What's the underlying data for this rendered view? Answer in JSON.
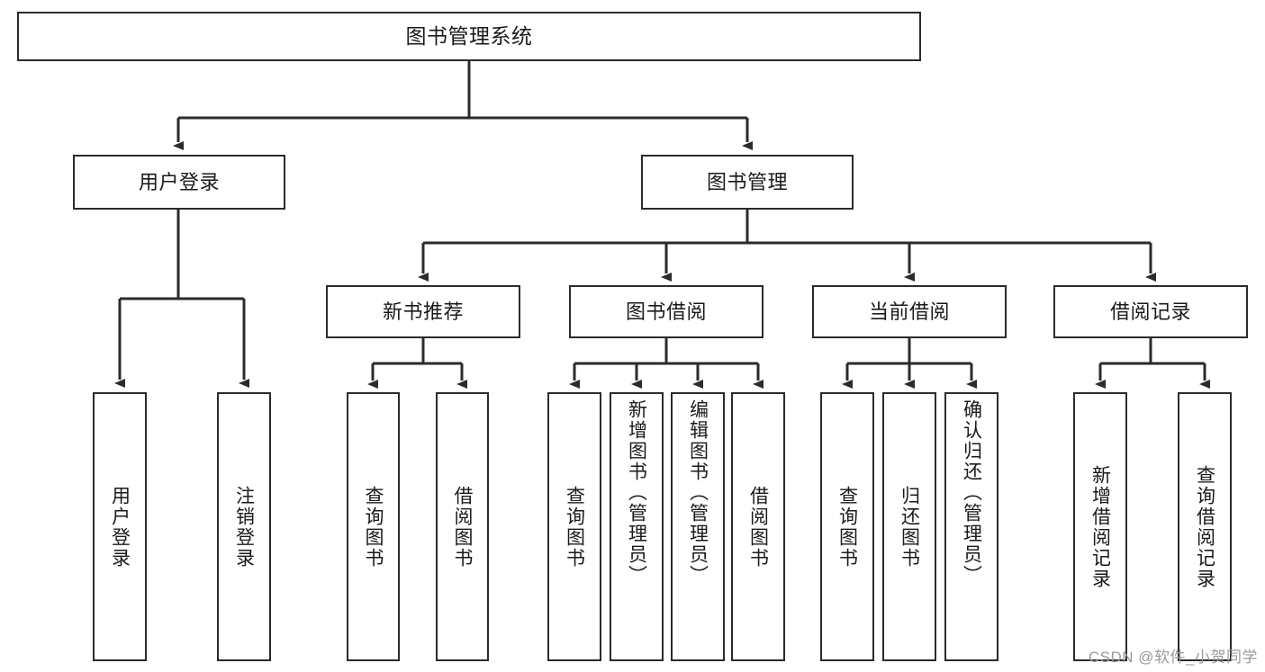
{
  "diagram": {
    "type": "tree-hierarchy-chart",
    "title": "图书管理系统",
    "stroke_color": "#2b2b2b",
    "background_color": "#ffffff",
    "text_color": "#1a1a1a",
    "levels": [
      {
        "level": 1,
        "nodes": [
          {
            "id": "root",
            "label": "图书管理系统",
            "orientation": "horizontal"
          }
        ]
      },
      {
        "level": 2,
        "nodes": [
          {
            "id": "login",
            "label": "用户登录",
            "orientation": "horizontal"
          },
          {
            "id": "bookmgmt",
            "label": "图书管理",
            "orientation": "horizontal"
          }
        ]
      },
      {
        "level": 3,
        "nodes": [
          {
            "id": "newbook",
            "label": "新书推荐",
            "orientation": "horizontal"
          },
          {
            "id": "borrow",
            "label": "图书借阅",
            "orientation": "horizontal"
          },
          {
            "id": "current",
            "label": "当前借阅",
            "orientation": "horizontal"
          },
          {
            "id": "records",
            "label": "借阅记录",
            "orientation": "horizontal"
          }
        ]
      },
      {
        "level": 4,
        "nodes": [
          {
            "id": "leaf-user-login",
            "label": "用户登录",
            "orientation": "vertical",
            "parent": "login"
          },
          {
            "id": "leaf-user-logout",
            "label": "注销登录",
            "orientation": "vertical",
            "parent": "login"
          },
          {
            "id": "leaf-nb-query",
            "label": "查询图书",
            "orientation": "vertical",
            "parent": "newbook"
          },
          {
            "id": "leaf-nb-borrow",
            "label": "借阅图书",
            "orientation": "vertical",
            "parent": "newbook"
          },
          {
            "id": "leaf-bo-query",
            "label": "查询图书",
            "orientation": "vertical",
            "parent": "borrow"
          },
          {
            "id": "leaf-bo-add",
            "label": "新增图书（管理员）",
            "orientation": "vertical",
            "parent": "borrow"
          },
          {
            "id": "leaf-bo-edit",
            "label": "编辑图书（管理员）",
            "orientation": "vertical",
            "parent": "borrow"
          },
          {
            "id": "leaf-bo-borrow",
            "label": "借阅图书",
            "orientation": "vertical",
            "parent": "borrow"
          },
          {
            "id": "leaf-cu-query",
            "label": "查询图书",
            "orientation": "vertical",
            "parent": "current"
          },
          {
            "id": "leaf-cu-return",
            "label": "归还图书",
            "orientation": "vertical",
            "parent": "current"
          },
          {
            "id": "leaf-cu-confirm",
            "label": "确认归还（管理员）",
            "orientation": "vertical",
            "parent": "current"
          },
          {
            "id": "leaf-re-add",
            "label": "新增借阅记录",
            "orientation": "vertical",
            "parent": "records"
          },
          {
            "id": "leaf-re-query",
            "label": "查询借阅记录",
            "orientation": "vertical",
            "parent": "records"
          }
        ]
      }
    ]
  },
  "watermark": {
    "text": "CSDN @软件_小贺同学"
  }
}
